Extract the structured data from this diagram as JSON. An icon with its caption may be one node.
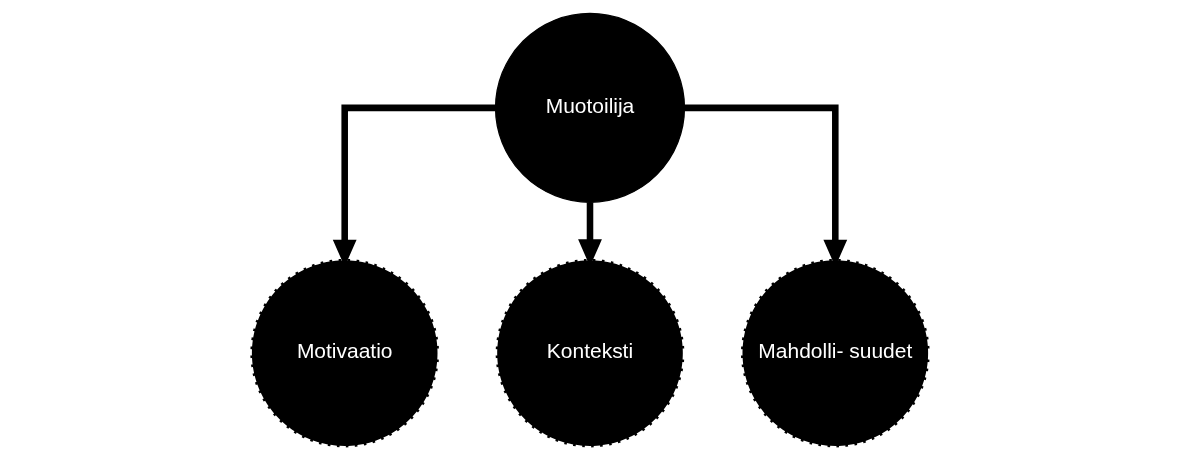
{
  "diagram": {
    "nodes": [
      {
        "text": [
          "Muotoilija"
        ]
      },
      {
        "text": [
          "Motivaatio"
        ]
      },
      {
        "text": [
          "Konteksti"
        ]
      },
      {
        "text": [
          "Mahdolli- suudet"
        ]
      }
    ],
    "edges": [
      {
        "from": 0,
        "to": 1,
        "arrow": "to"
      },
      {
        "from": 0,
        "to": 2,
        "arrow": "to"
      },
      {
        "from": 0,
        "to": 3,
        "arrow": "to"
      }
    ]
  }
}
